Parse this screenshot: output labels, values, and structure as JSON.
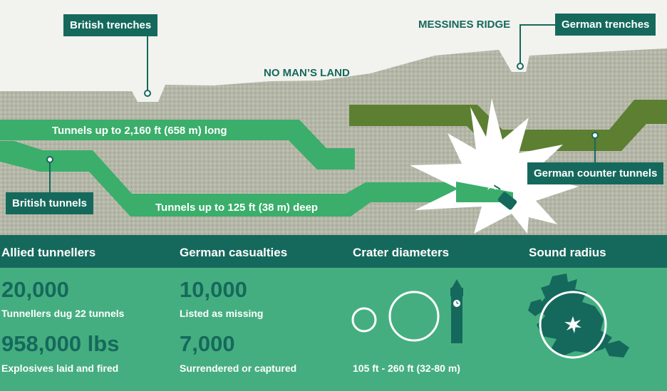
{
  "labels": {
    "british_trenches": "British trenches",
    "german_trenches": "German trenches",
    "messines_ridge": "MESSINES RIDGE",
    "no_mans_land": "NO MAN’S LAND",
    "tunnel_length": "Tunnels up to 2,160 ft (658 m) long",
    "tunnel_depth": "Tunnels up to 125 ft (38 m) deep",
    "british_tunnels": "British tunnels",
    "german_counter_tunnels": "German counter tunnels"
  },
  "stats": {
    "allied": {
      "title": "Allied tunnellers",
      "stat1_value": "20,000",
      "stat1_label": "Tunnellers dug 22 tunnels",
      "stat2_value": "958,000 lbs",
      "stat2_label": "Explosives laid and fired"
    },
    "german": {
      "title": "German casualties",
      "stat1_value": "10,000",
      "stat1_label": "Listed as missing",
      "stat2_value": "7,000",
      "stat2_label": "Surrendered or captured"
    },
    "crater": {
      "title": "Crater diameters",
      "range": "105 ft - 260 ft (32-80 m)"
    },
    "sound": {
      "title": "Sound radius"
    }
  },
  "colors": {
    "dark_teal": "#15695c",
    "band_green": "#45ae80",
    "british_tunnel": "#3aae6a",
    "german_tunnel": "#5d7f32",
    "ground": "#b3b6a6",
    "sky": "#f2f2ee"
  },
  "icons": [
    "explosion-icon",
    "mine-bomb-icon",
    "crater-small-icon",
    "crater-large-icon",
    "big-ben-icon",
    "britain-map-icon"
  ]
}
